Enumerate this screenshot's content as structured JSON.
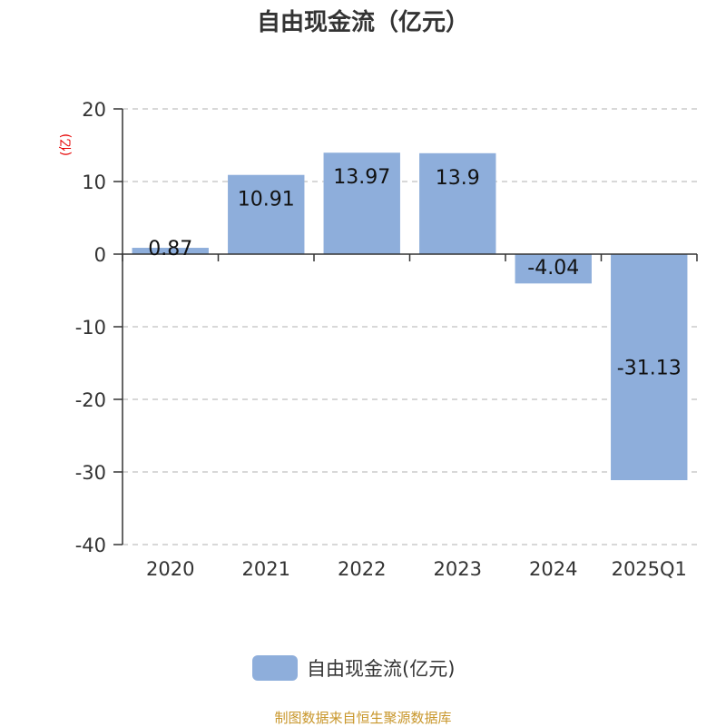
{
  "unit_label": "(亿)",
  "source": "制图数据来自恒生聚源数据库",
  "chart_data": {
    "type": "bar",
    "title": "自由现金流（亿元）",
    "categories": [
      "2020",
      "2021",
      "2022",
      "2023",
      "2024",
      "2025Q1"
    ],
    "series": [
      {
        "name": "自由现金流(亿元)",
        "values": [
          0.87,
          10.91,
          13.97,
          13.9,
          -4.04,
          -31.13
        ]
      }
    ],
    "data_labels": [
      "0.87",
      "10.91",
      "13.97",
      "13.9",
      "-4.04",
      "-31.13"
    ],
    "ylim": [
      -40,
      20
    ],
    "yticks": [
      20,
      10,
      0,
      -10,
      -20,
      -30,
      -40
    ],
    "ylabel": "(亿)",
    "xlabel": "",
    "grid": true,
    "legend": "bottom-center",
    "colors": {
      "bar": "#8eaedb",
      "axis": "#333333",
      "grid": "#cccccc",
      "text": "#333333",
      "unit": "#e60000",
      "source": "#c8962a"
    }
  }
}
